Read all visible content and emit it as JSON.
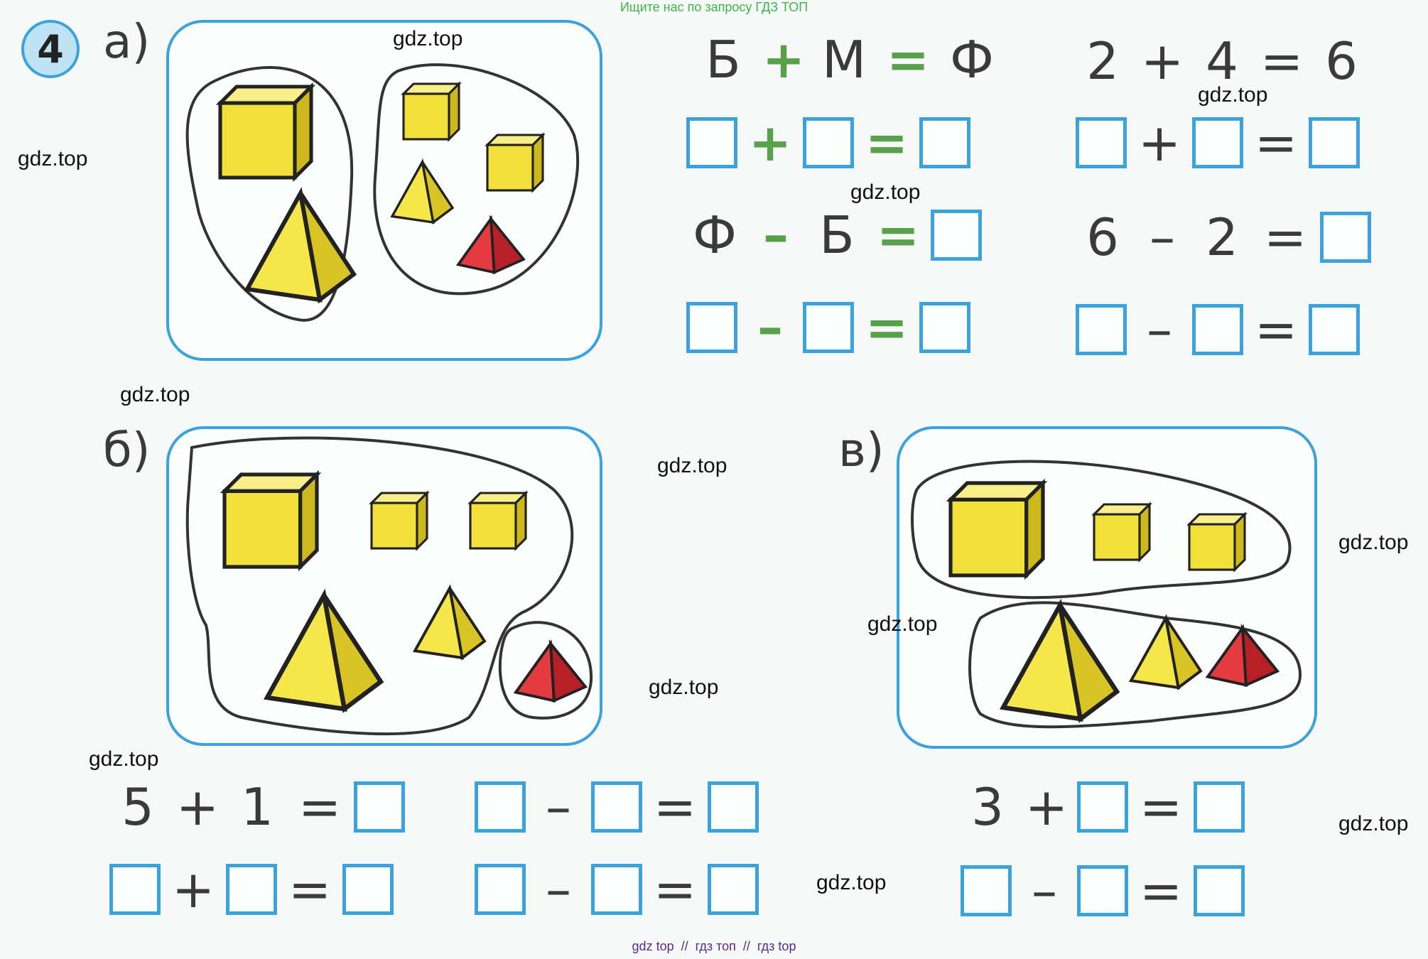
{
  "top_banner": "Ищите нас по запросу ГДЗ ТОП",
  "task_number": "4",
  "labels": {
    "a": "а)",
    "b": "б)",
    "v": "в)"
  },
  "watermarks": [
    "gdz.top",
    "gdz.top",
    "gdz.top",
    "gdz.top",
    "gdz.top",
    "gdz.top",
    "gdz.top",
    "gdz.top",
    "gdz.top",
    "gdz.top",
    "gdz.top",
    "gdz.top"
  ],
  "footer": "gdz top  //  гдз топ  //  гдз top",
  "ops": {
    "plus": "+",
    "minus": "–",
    "eq": "="
  },
  "part_a": {
    "letters_sum": [
      "Б",
      "М",
      "Ф"
    ],
    "letters_diff": [
      "Ф",
      "Б"
    ],
    "numbers_sum": [
      "2",
      "4",
      "6"
    ],
    "numbers_diff": [
      "6",
      "2"
    ]
  },
  "part_b": {
    "given": [
      "5",
      "1"
    ]
  },
  "part_v": {
    "given": "3"
  },
  "colors": {
    "frame": "#3aa2dd",
    "yellow": "#f3e23a",
    "red": "#d9323a",
    "green_op": "#58a14b"
  }
}
